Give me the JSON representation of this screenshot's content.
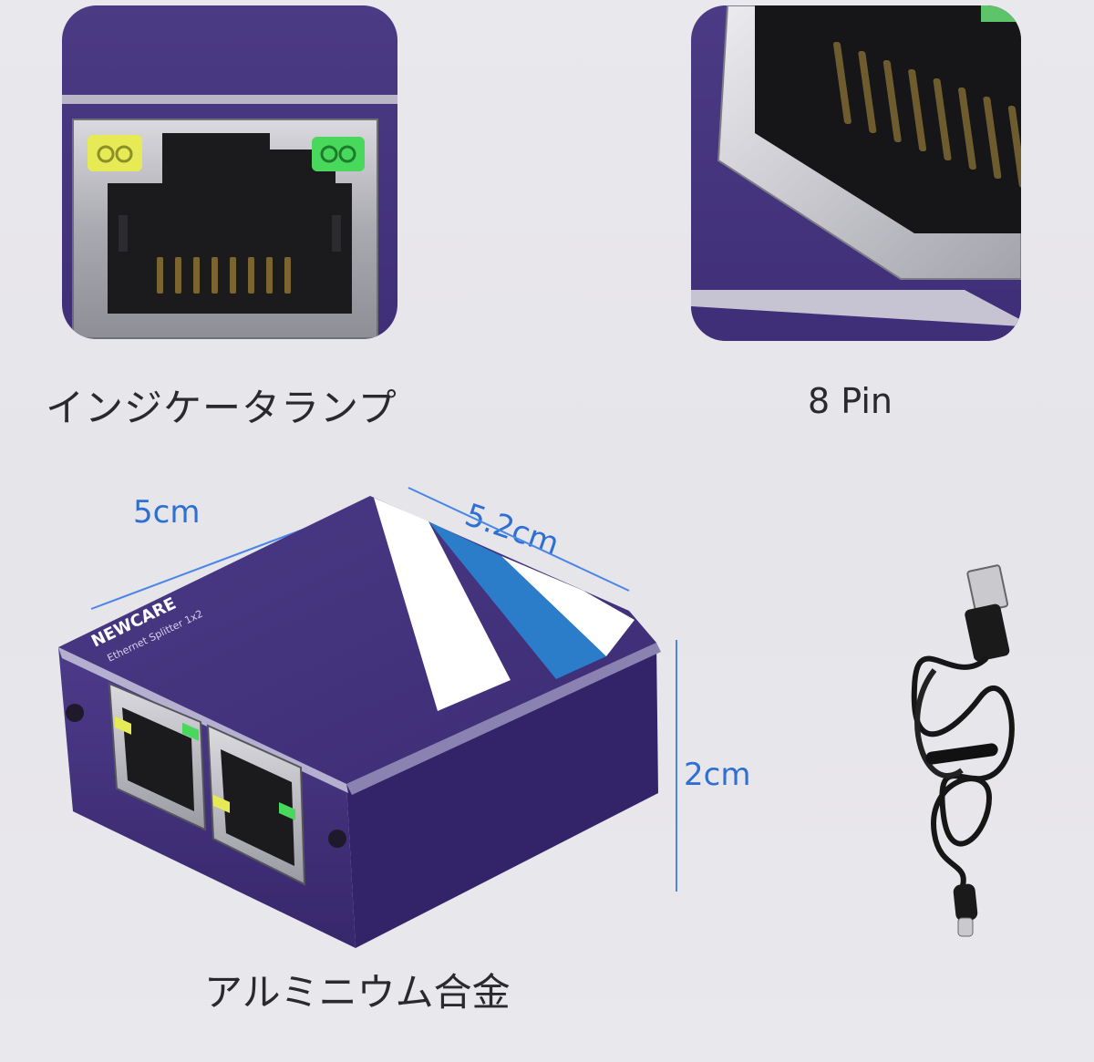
{
  "captions": {
    "indicator_lamp": "インジケータランプ",
    "pin_count": "8 Pin",
    "aluminum_alloy": "アルミニウム合金"
  },
  "dimensions": {
    "width": "5cm",
    "depth": "5.2cm",
    "height": "2cm"
  },
  "device": {
    "brand": "NEWCARE",
    "model": "Ethernet Splitter 1x2",
    "body_color": "#3f2e78",
    "accent_blue": "#2b7cc9",
    "led_yellow": "#e6ea54",
    "led_green": "#48d85c"
  },
  "colors": {
    "dimension_text": "#2e6fd6",
    "caption_text": "#2a2a2e"
  }
}
